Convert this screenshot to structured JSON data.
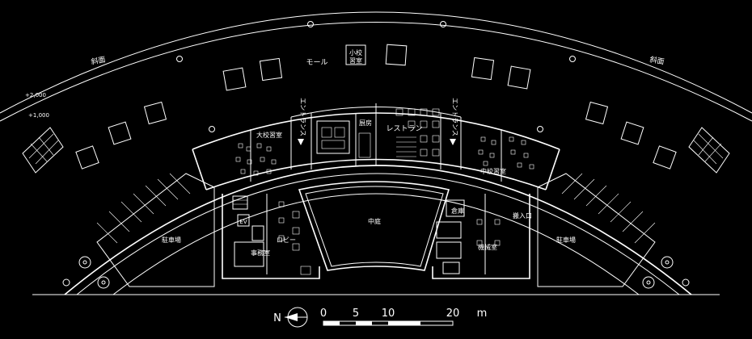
{
  "labels": {
    "slope_left": "斜面",
    "slope_right": "斜面",
    "mall": "モール",
    "small_hall_line1": "小校",
    "small_hall_line2": "習室",
    "elev_plus2": "+2,000",
    "elev_plus1": "+1,000",
    "entrance_left": "エントランス",
    "entrance_right": "エントランス",
    "kitchen": "厨房",
    "restaurant": "レストラン",
    "large_hall": "大校習室",
    "medium_hall": "中校習室",
    "ev": "EV",
    "lobby": "ロビー",
    "office": "事務室",
    "courtyard": "中庭",
    "storage": "倉庫",
    "loading": "搬入口",
    "machine_room": "機械室",
    "parking_left": "駐車場",
    "parking_right": "駐車場"
  },
  "scale": {
    "north": "N",
    "ticks": [
      "0",
      "5",
      "10",
      "20"
    ],
    "unit": "m"
  },
  "colors": {
    "background": "#000000",
    "line": "#ffffff"
  }
}
